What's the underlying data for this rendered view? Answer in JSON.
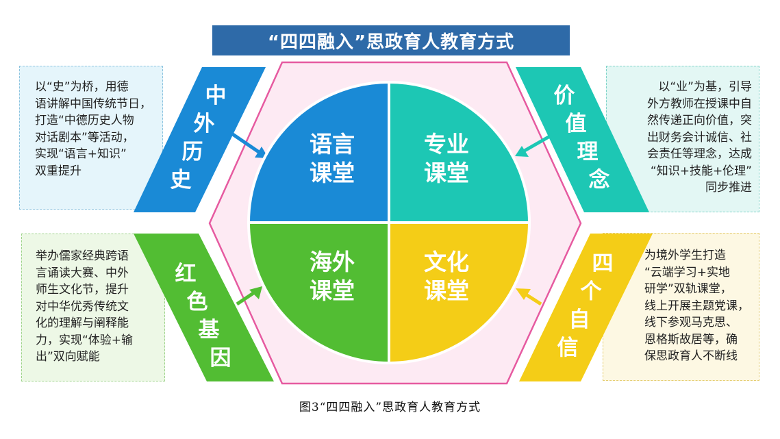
{
  "title": "“四四融入”思政育人教育方式",
  "quadrants": {
    "top_left": "语言\n课堂",
    "top_right": "专业\n课堂",
    "bottom_left": "海外\n课堂",
    "bottom_right": "文化\n课堂"
  },
  "banners": {
    "top_left": "中外历史",
    "top_right": "价值理念",
    "bottom_left": "红色基因",
    "bottom_right": "四个自信"
  },
  "boxes": {
    "top_left": "以“史”为桥，用德\n语讲解中国传统节日，\n打造“中德历史人物\n对话剧本”等活动，\n实现“语言+知识”\n双重提升",
    "top_right": "以“业”为基，引导\n外方教师在授课中自\n然传递正向价值，突\n出财务会计诚信、社\n会责任等理念，达成\n“知识+技能+伦理”\n同步推进",
    "bottom_left": "举办儒家经典跨语\n言诵读大赛、中外\n师生文化节，提升\n对中华优秀传统文\n化的理解与阐释能\n力，实现“体验+输\n出”双向赋能",
    "bottom_right": "为境外学生打造\n“云端学习+实地\n研学”双轨课堂，\n线上开展主题党课，\n线下参观马克思、\n恩格斯故居等，确\n保思政育人不断线"
  },
  "caption": "图3“四四融入”思政育人教育方式",
  "colors": {
    "title_bg": "#2e6aa8",
    "blue": "#1a8ad6",
    "teal": "#1dc7b4",
    "green": "#52bd33",
    "yellow": "#f4cd17",
    "hexagon_fill": "#fdeaf3",
    "hexagon_stroke": "#e65aa0"
  }
}
